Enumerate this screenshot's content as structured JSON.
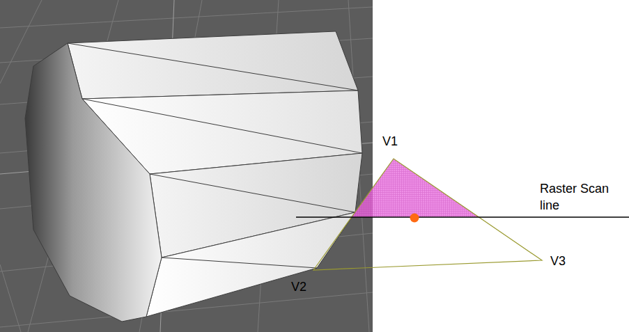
{
  "diagram": {
    "labels": [
      "V1",
      "Raster Scan line",
      "V3",
      "V2"
    ]
  }
}
